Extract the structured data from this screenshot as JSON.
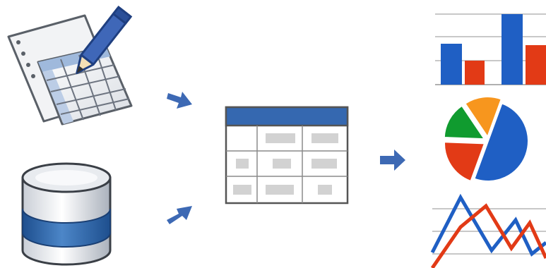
{
  "diagram": {
    "sources": [
      {
        "name": "spreadsheet",
        "icon": "spreadsheet-pencil-icon"
      },
      {
        "name": "database",
        "icon": "database-cylinder-icon"
      }
    ],
    "center": {
      "name": "data-table",
      "icon": "data-table-icon"
    },
    "outputs": [
      {
        "name": "bar-chart",
        "icon": "bar-chart-icon"
      },
      {
        "name": "pie-chart",
        "icon": "pie-chart-icon"
      },
      {
        "name": "line-chart",
        "icon": "line-chart-icon"
      }
    ],
    "flow": [
      {
        "from": "spreadsheet",
        "to": "data-table"
      },
      {
        "from": "database",
        "to": "data-table"
      },
      {
        "from": "data-table",
        "to": "charts"
      }
    ]
  },
  "colors": {
    "blue": "#1f5fc4",
    "red": "#e23a16",
    "orange": "#f7961e",
    "green": "#109b2f",
    "arrow": "#3d69b4",
    "table_header": "#3568b0",
    "table_border": "#555555",
    "placeholder": "#d2d2d2"
  },
  "pie_slices": [
    {
      "color": "blue",
      "fraction": 0.5
    },
    {
      "color": "red",
      "fraction": 0.2
    },
    {
      "color": "green",
      "fraction": 0.15
    },
    {
      "color": "orange",
      "fraction": 0.15
    }
  ]
}
